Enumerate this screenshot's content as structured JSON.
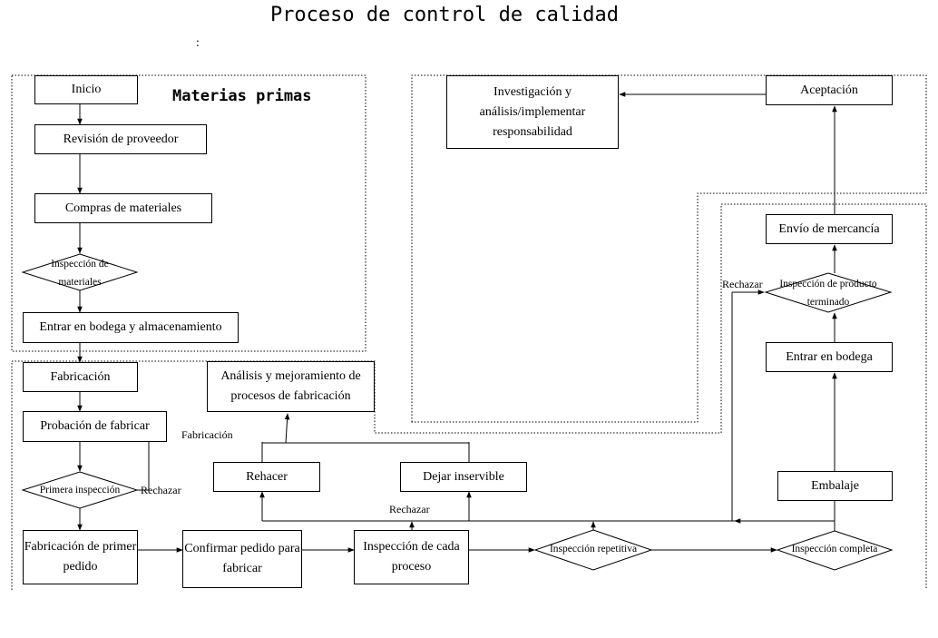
{
  "title": "Proceso de control de calidad",
  "subtitle": ":",
  "section_label": "Materias primas",
  "boxes": {
    "inicio": "Inicio",
    "revision": "Revisión de proveedor",
    "compras": "Compras de materiales",
    "entrar_bodega_alm": "Entrar en bodega y almacenamiento",
    "fabricacion": "Fabricación",
    "probacion": "Probación de fabricar",
    "fab_primer_pedido": "Fabricación de primer pedido",
    "confirmar": "Confirmar pedido para fabricar",
    "insp_cada_proceso": "Inspección de cada proceso",
    "rehacer": "Rehacer",
    "dejar": "Dejar inservible",
    "analisis": "Análisis y mejoramiento de procesos de fabricación",
    "investigacion": "Investigación y análisis/implementar responsabilidad",
    "aceptacion": "Aceptación",
    "envio": "Envío de mercancía",
    "entrar_bodega": "Entrar en bodega",
    "embalaje": "Embalaje"
  },
  "decisions": {
    "insp_materiales": "Inspección de materiales",
    "primera_insp": "Primera inspección",
    "insp_repetitiva": "Inspección repetitiva",
    "insp_completa": "Inspección completa",
    "insp_producto": "Inspección de producto terminado"
  },
  "labels": {
    "rechazar_primera": "Rechazar",
    "fabricacion_loop": "Fabricación",
    "rechazar_proceso": "Rechazar",
    "rechazar_producto": "Rechazar"
  }
}
